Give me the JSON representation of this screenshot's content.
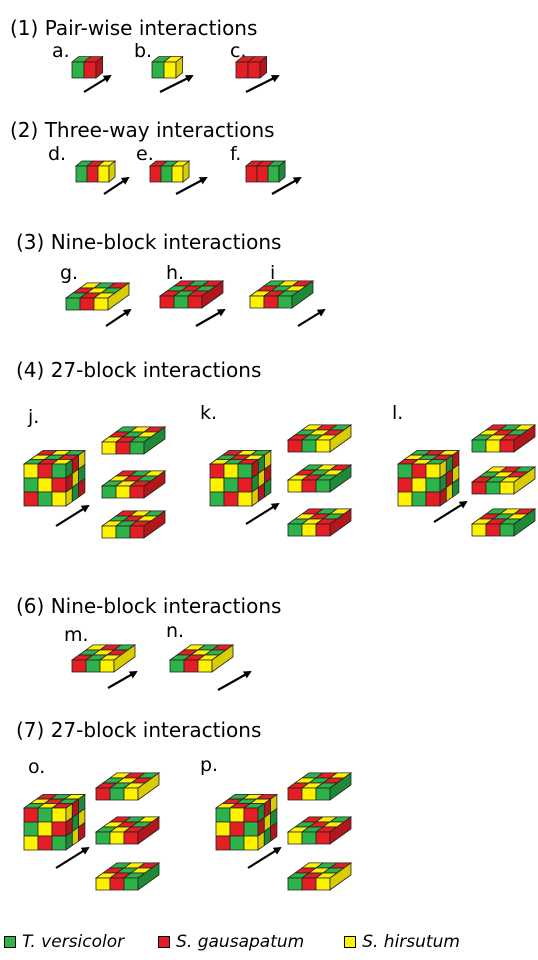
{
  "sections": [
    {
      "heading": "(1) Pair-wise interactions",
      "labels": [
        "a.",
        "b.",
        "c."
      ]
    },
    {
      "heading": "(2) Three-way interactions",
      "labels": [
        "d.",
        "e.",
        "f."
      ]
    },
    {
      "heading": "(3) Nine-block interactions",
      "labels": [
        "g.",
        "h.",
        "i"
      ]
    },
    {
      "heading": "(4) 27-block interactions",
      "labels": [
        "j.",
        "k.",
        "l."
      ]
    },
    {
      "heading": "(6) Nine-block interactions",
      "labels": [
        "m.",
        "n."
      ]
    },
    {
      "heading": "(7) 27-block interactions",
      "labels": [
        "o.",
        "p."
      ]
    }
  ],
  "legend": [
    {
      "label": "T. versicolor",
      "color": "#2db34a"
    },
    {
      "label": "S. gausapatum",
      "color": "#e31e24"
    },
    {
      "label": "S. hirsutum",
      "color": "#fff200"
    }
  ]
}
